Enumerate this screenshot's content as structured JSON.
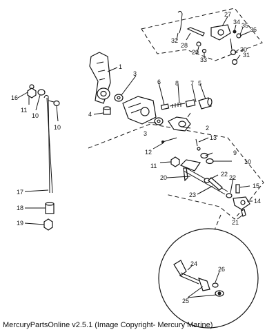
{
  "caption": "MercuryPartsOnline v2.5.1 (Image Copyright- Mercury Marine)",
  "callouts": [
    "1",
    "2",
    "3",
    "3",
    "4",
    "5",
    "6",
    "7",
    "8",
    "9",
    "10",
    "10",
    "10",
    "11",
    "11",
    "12",
    "13",
    "14",
    "15",
    "16",
    "17",
    "18",
    "19",
    "20",
    "21",
    "22",
    "22",
    "23",
    "24",
    "25",
    "26",
    "27",
    "28",
    "29",
    "30",
    "31",
    "32",
    "33",
    "34",
    "35",
    "36"
  ]
}
